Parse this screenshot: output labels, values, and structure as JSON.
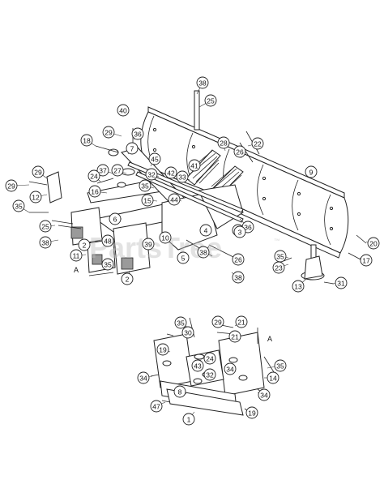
{
  "watermark": "PartsTree",
  "watermark_tm": "™",
  "callouts": [
    {
      "id": "c38a",
      "label": "38"
    },
    {
      "id": "c25a",
      "label": "25"
    },
    {
      "id": "c40",
      "label": "40"
    },
    {
      "id": "c36a",
      "label": "36"
    },
    {
      "id": "c29a",
      "label": "29"
    },
    {
      "id": "c18",
      "label": "18"
    },
    {
      "id": "c7",
      "label": "7"
    },
    {
      "id": "c28a",
      "label": "28"
    },
    {
      "id": "c22",
      "label": "22"
    },
    {
      "id": "c9",
      "label": "9"
    },
    {
      "id": "c26a",
      "label": "26"
    },
    {
      "id": "c45",
      "label": "45"
    },
    {
      "id": "c41",
      "label": "41"
    },
    {
      "id": "c37",
      "label": "37"
    },
    {
      "id": "c27",
      "label": "27"
    },
    {
      "id": "c24a",
      "label": "24"
    },
    {
      "id": "c32a",
      "label": "32"
    },
    {
      "id": "c42",
      "label": "42"
    },
    {
      "id": "c33",
      "label": "33"
    },
    {
      "id": "c29b",
      "label": "29"
    },
    {
      "id": "c29c",
      "label": "29"
    },
    {
      "id": "c12",
      "label": "12"
    },
    {
      "id": "c16",
      "label": "16"
    },
    {
      "id": "c35a",
      "label": "35"
    },
    {
      "id": "c15",
      "label": "15"
    },
    {
      "id": "c44",
      "label": "44"
    },
    {
      "id": "c35b",
      "label": "35"
    },
    {
      "id": "c3a",
      "label": "3"
    },
    {
      "id": "c36b",
      "label": "36"
    },
    {
      "id": "c25b",
      "label": "25"
    },
    {
      "id": "c38b",
      "label": "38"
    },
    {
      "id": "c11",
      "label": "11"
    },
    {
      "id": "c35c",
      "label": "35"
    },
    {
      "id": "c48",
      "label": "48"
    },
    {
      "id": "c2a",
      "label": "2"
    },
    {
      "id": "c2b",
      "label": "2"
    },
    {
      "id": "c6",
      "label": "6"
    },
    {
      "id": "c10",
      "label": "10"
    },
    {
      "id": "c39",
      "label": "39"
    },
    {
      "id": "c5",
      "label": "5"
    },
    {
      "id": "c4",
      "label": "4"
    },
    {
      "id": "c3b",
      "label": "3"
    },
    {
      "id": "c38c",
      "label": "38"
    },
    {
      "id": "c26b",
      "label": "26"
    },
    {
      "id": "c38d",
      "label": "38"
    },
    {
      "id": "c20",
      "label": "20"
    },
    {
      "id": "c35d",
      "label": "35"
    },
    {
      "id": "c23",
      "label": "23"
    },
    {
      "id": "c17",
      "label": "17"
    },
    {
      "id": "c13",
      "label": "13"
    },
    {
      "id": "c31",
      "label": "31"
    },
    {
      "id": "c35e",
      "label": "35"
    },
    {
      "id": "c29d",
      "label": "29"
    },
    {
      "id": "c21a",
      "label": "21"
    },
    {
      "id": "c30",
      "label": "30"
    },
    {
      "id": "c21b",
      "label": "21"
    },
    {
      "id": "c19a",
      "label": "19"
    },
    {
      "id": "c34a",
      "label": "34"
    },
    {
      "id": "c43",
      "label": "43"
    },
    {
      "id": "c32b",
      "label": "32"
    },
    {
      "id": "c24b",
      "label": "24"
    },
    {
      "id": "c35f",
      "label": "35"
    },
    {
      "id": "c14",
      "label": "14"
    },
    {
      "id": "c34b",
      "label": "34"
    },
    {
      "id": "c8",
      "label": "8"
    },
    {
      "id": "c47",
      "label": "47"
    },
    {
      "id": "c1",
      "label": "1"
    },
    {
      "id": "c34c",
      "label": "34"
    },
    {
      "id": "c19b",
      "label": "19"
    }
  ],
  "reference_letters": [
    {
      "id": "A1",
      "label": "A"
    },
    {
      "id": "A2",
      "label": "A"
    }
  ]
}
